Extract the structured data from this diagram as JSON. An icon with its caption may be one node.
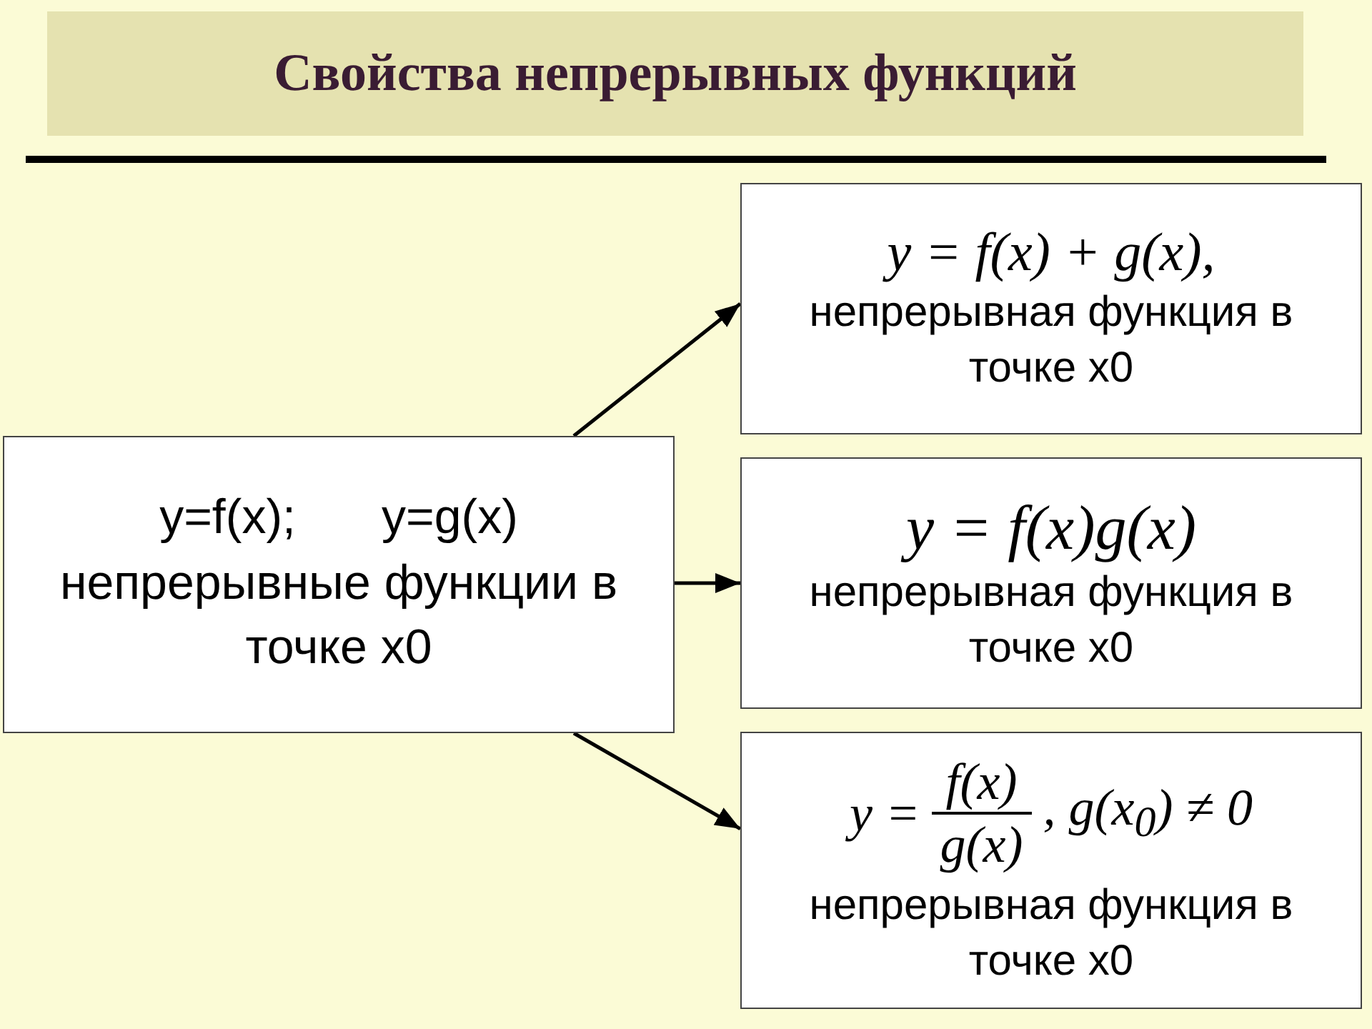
{
  "diagram": {
    "title": "Свойства непрерывных функций",
    "nodes": [
      {
        "text": [
          "y=f(x);",
          "y=g(x)",
          "непрерывные функции в точке x0"
        ]
      },
      {
        "text": [
          "y = f(x) + g(x),",
          "непрерывная функция в точке x0"
        ]
      },
      {
        "text": [
          "y = f(x)g(x)",
          "непрерывная функция в точке x0"
        ]
      },
      {
        "text": [
          "y =",
          "f(x)",
          "g(x)",
          ", g(x$_{0}$) ≠ 0",
          "непрерывная функция в точке x0"
        ]
      }
    ],
    "edges": [
      {
        "from": 0,
        "to": 1,
        "arrow": "to"
      },
      {
        "from": 0,
        "to": 2,
        "arrow": "to"
      },
      {
        "from": 0,
        "to": 3,
        "arrow": "to"
      }
    ]
  }
}
